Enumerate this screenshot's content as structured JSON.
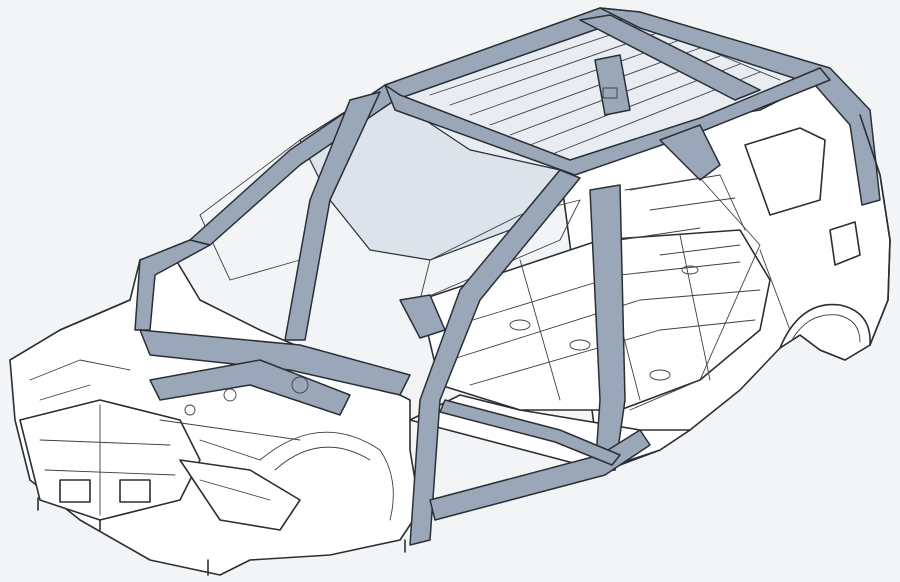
{
  "colors": {
    "background": "#f2f4f6",
    "body_panel": "#ffffff",
    "line": "#2a2f36",
    "reinforcement_highlight": "#9aa7b8",
    "glass_area": "#dde3ea"
  },
  "subject": "car-body-in-white",
  "highlighted_parts": [
    "a-pillar",
    "b-pillar",
    "roof-rail",
    "roof-bow",
    "front-bulkhead",
    "side-sill",
    "rear-c-pillar"
  ]
}
